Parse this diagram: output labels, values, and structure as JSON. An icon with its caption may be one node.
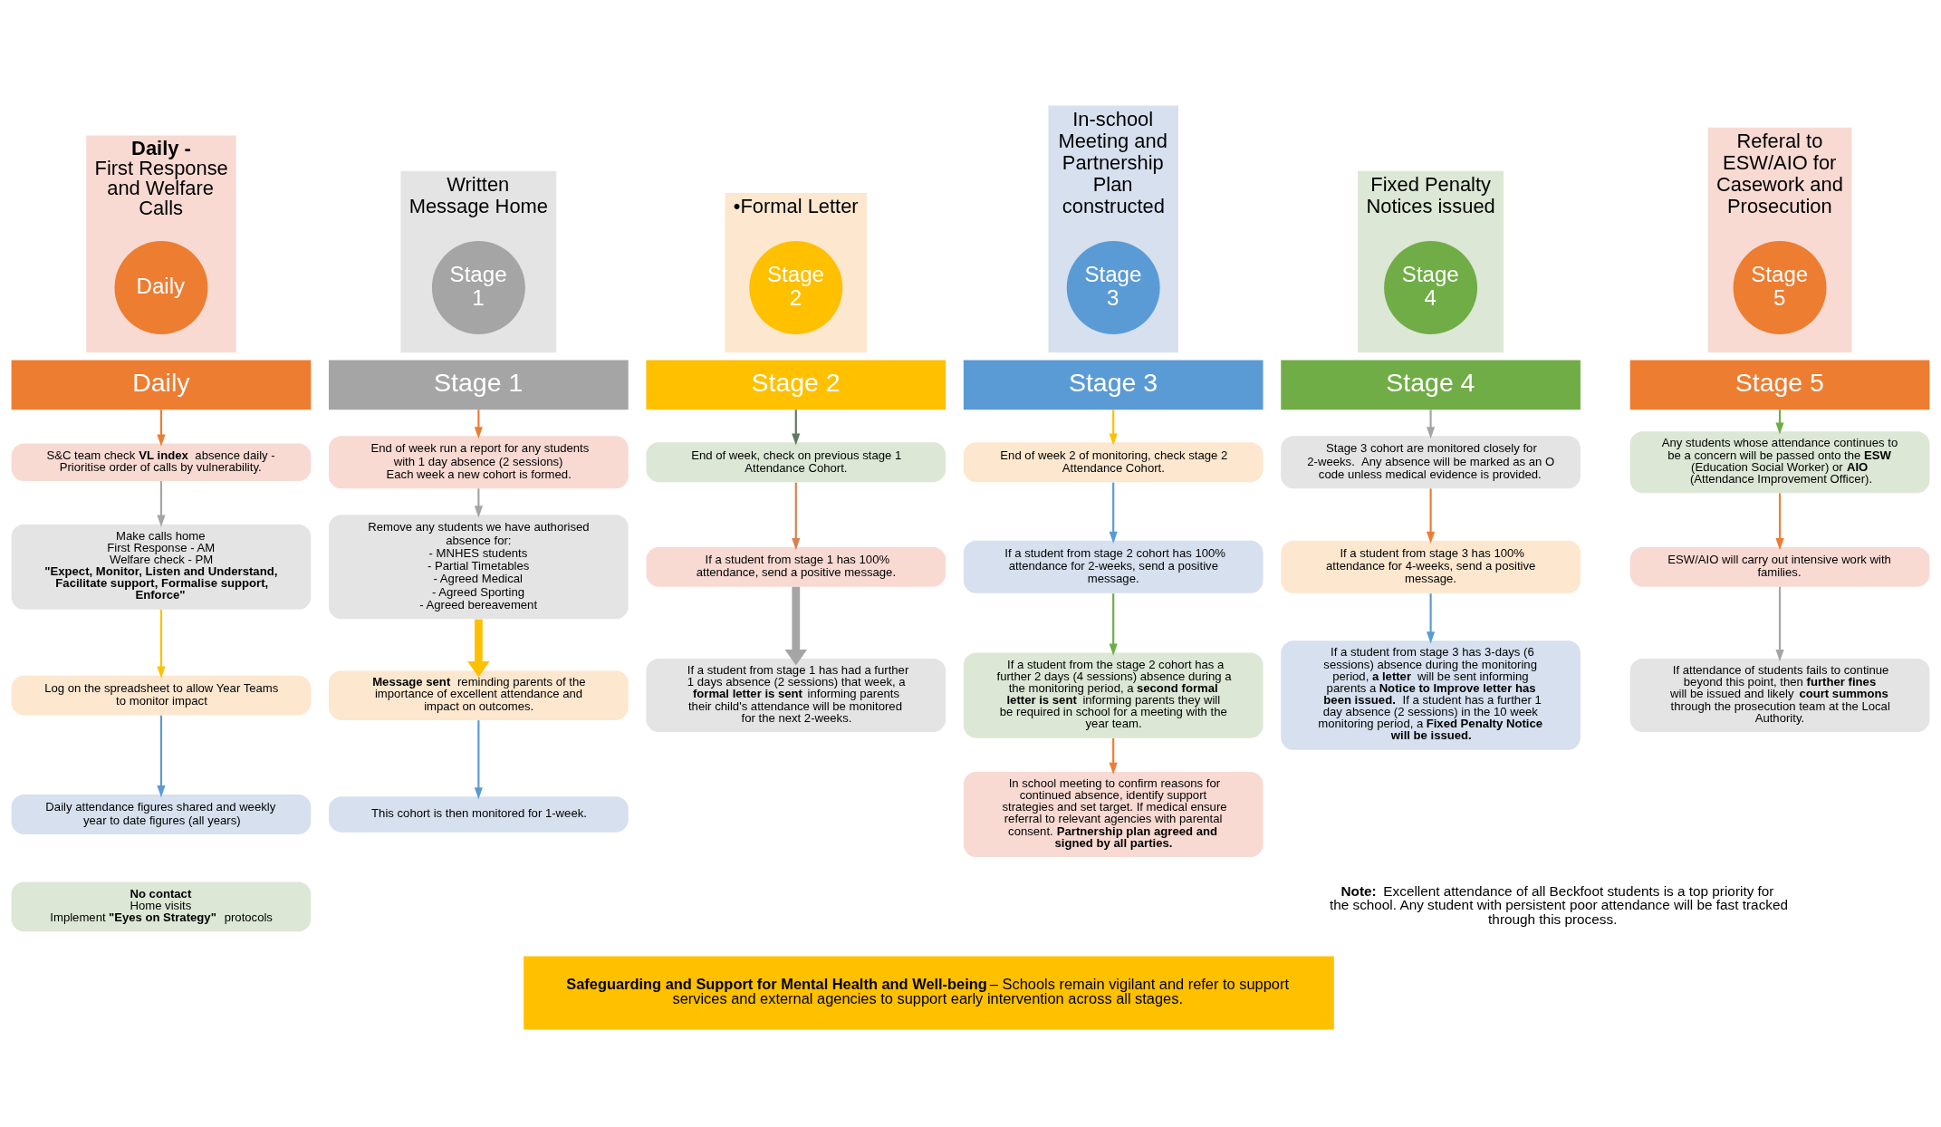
{
  "diagram": {
    "nodes": [
      {
        "text": [
          "**Daily -** First Response and Welfare Calls"
        ]
      },
      {
        "text": [
          "Daily"
        ],
        "in": 0
      },
      {
        "text": [
          "Written Message Home"
        ]
      },
      {
        "text": [
          "Stage 1"
        ],
        "in": 2
      },
      {
        "text": [
          "•Formal Letter"
        ]
      },
      {
        "text": [
          "Stage 2"
        ],
        "in": 4
      },
      {
        "text": [
          "In-school Meeting and Partnership Plan constructed"
        ]
      },
      {
        "text": [
          "Stage 3"
        ],
        "in": 6
      },
      {
        "text": [
          "Fixed Penalty Notices issued"
        ]
      },
      {
        "text": [
          "Stage 4"
        ],
        "in": 8
      },
      {
        "text": [
          "Referal to ESW/AIO for Casework and Prosecution"
        ]
      },
      {
        "text": [
          "Stage 5"
        ],
        "in": 10
      },
      {
        "text": [
          "Daily"
        ]
      },
      {
        "text": [
          "S&C team check **VL index** absence daily - Prioritise order of calls by vulnerability."
        ]
      },
      {
        "text": [
          "Make calls home",
          "First Response - AM",
          "Welfare check - PM",
          "**\"Expect, Monitor, Listen and Understand, Facilitate support, Formalise support, Enforce\"**"
        ]
      },
      {
        "text": [
          "Log on the spreadsheet to allow Year Teams to monitor impact"
        ]
      },
      {
        "text": [
          "Daily attendance figures shared and weekly year to date figures (all years)"
        ]
      },
      {
        "text": [
          "**No contact**",
          "Home visits",
          "Implement **\"Eyes on Strategy\"** protocols"
        ]
      },
      {
        "text": [
          "Stage 1"
        ]
      },
      {
        "text": [
          "End of week run a report for any students with 1 day absence (2 sessions)",
          "Each week a new cohort is formed."
        ]
      },
      {
        "text": [
          "Remove any students we have authorised absence for:",
          "- MNHES students",
          "- Partial Timetables",
          "- Agreed Medical",
          "- Agreed Sporting",
          "- Agreed bereavement"
        ]
      },
      {
        "text": [
          "**Message sent** reminding parents of the importance of excellent attendance and impact on outcomes."
        ]
      },
      {
        "text": [
          "This cohort is then monitored for 1-week."
        ]
      },
      {
        "text": [
          "Stage 2"
        ]
      },
      {
        "text": [
          "End of week, check on previous stage 1 Attendance Cohort."
        ]
      },
      {
        "text": [
          "If a student from stage 1 has 100% attendance, send a positive message."
        ]
      },
      {
        "text": [
          "If a student from stage 1 has had a further 1 days absence (2 sessions) that week, a **formal letter is sent** informing parents their child's attendance will be monitored for the next 2-weeks."
        ]
      },
      {
        "text": [
          "Stage 3"
        ]
      },
      {
        "text": [
          "End of week 2 of monitoring, check stage 2 Attendance Cohort."
        ]
      },
      {
        "text": [
          "If a student from stage 2 cohort has 100% attendance for 2-weeks, send a positive message."
        ]
      },
      {
        "text": [
          "If a student from the stage 2 cohort has a further 2 days (4 sessions) absence during a the monitoring period, a **second formal letter is sent** informing parents they will be required in school for a meeting with the year team."
        ]
      },
      {
        "text": [
          "In school meeting to confirm reasons for continued absence, identify support strategies and set target. If medical ensure referral to relevant agencies with parental consent. **Partnership plan agreed and signed by all parties.**"
        ]
      },
      {
        "text": [
          "Stage 4"
        ]
      },
      {
        "text": [
          "Stage 3 cohort are monitored closely for 2-weeks.  Any absence will be marked as an O code unless medical evidence is provided."
        ]
      },
      {
        "text": [
          "If a student from stage 3 has 100% attendance for 4-weeks, send a positive message."
        ]
      },
      {
        "text": [
          "If a student from stage 3 has 3-days (6 sessions) absence during the monitoring period, **a letter** will be sent informing parents a **Notice to Improve letter has been issued.** If a student has a further 1 day absence (2 sessions) in the 10 week monitoring period, a **Fixed Penalty Notice will be issued.**"
        ]
      },
      {
        "text": [
          "Stage 5"
        ]
      },
      {
        "text": [
          "Any students whose attendance continues to be a concern will be passed onto the **ESW** (Education Social Worker) or **AIO** (Attendance Improvement Officer)."
        ]
      },
      {
        "text": [
          "ESW/AIO will carry out intensive work with families."
        ]
      },
      {
        "text": [
          "If attendance of students fails to continue beyond this point, then **further fines** will be issued and likely **court summons** through the prosecution team at the Local Authority."
        ]
      },
      {
        "text": [
          "**Safeguarding and Support for Mental Health and Well-being**– Schools remain vigilant and refer to support services and external agencies to support early intervention across all stages."
        ]
      }
    ],
    "edges": [
      {
        "from": 12,
        "to": 13,
        "arrow": "to",
        "color": "#ed7d31"
      },
      {
        "from": 13,
        "to": 14,
        "arrow": "to",
        "color": "#a5a5a5"
      },
      {
        "from": 14,
        "to": 15,
        "arrow": "to",
        "color": "#ffc000"
      },
      {
        "from": 15,
        "to": 16,
        "arrow": "to",
        "color": "#5b9bd5"
      },
      {
        "from": 18,
        "to": 19,
        "arrow": "to",
        "color": "#ed7d31"
      },
      {
        "from": 19,
        "to": 20,
        "arrow": "to",
        "color": "#a5a5a5"
      },
      {
        "from": 20,
        "to": 21,
        "arrow": "to",
        "style": "thick",
        "color": "#ffc000"
      },
      {
        "from": 21,
        "to": 22,
        "arrow": "to",
        "color": "#5b9bd5"
      },
      {
        "from": 23,
        "to": 24,
        "arrow": "to",
        "color": "#5f7a5f"
      },
      {
        "from": 24,
        "to": 25,
        "arrow": "to",
        "color": "#d9804f"
      },
      {
        "from": 25,
        "to": 26,
        "arrow": "to",
        "style": "thick",
        "color": "#a5a5a5"
      },
      {
        "from": 27,
        "to": 28,
        "arrow": "to",
        "color": "#ffc000"
      },
      {
        "from": 28,
        "to": 29,
        "arrow": "to",
        "color": "#5b9bd5"
      },
      {
        "from": 29,
        "to": 30,
        "arrow": "to",
        "color": "#70ad47"
      },
      {
        "from": 30,
        "to": 31,
        "arrow": "to",
        "color": "#ed7d31"
      },
      {
        "from": 32,
        "to": 33,
        "arrow": "to",
        "color": "#a5a5a5"
      },
      {
        "from": 33,
        "to": 34,
        "arrow": "to",
        "color": "#ed7d31"
      },
      {
        "from": 34,
        "to": 35,
        "arrow": "to",
        "color": "#5b9bd5"
      },
      {
        "from": 36,
        "to": 37,
        "arrow": "to",
        "color": "#70ad47"
      },
      {
        "from": 37,
        "to": 38,
        "arrow": "to",
        "color": "#ed7d31"
      },
      {
        "from": 38,
        "to": 39,
        "arrow": "to",
        "color": "#a5a5a5"
      }
    ],
    "labels": [
      "**Note:** Excellent attendance of all Beckfoot students is a top priority for the school. Any student with persistent poor attendance will be fast tracked through this process."
    ]
  }
}
